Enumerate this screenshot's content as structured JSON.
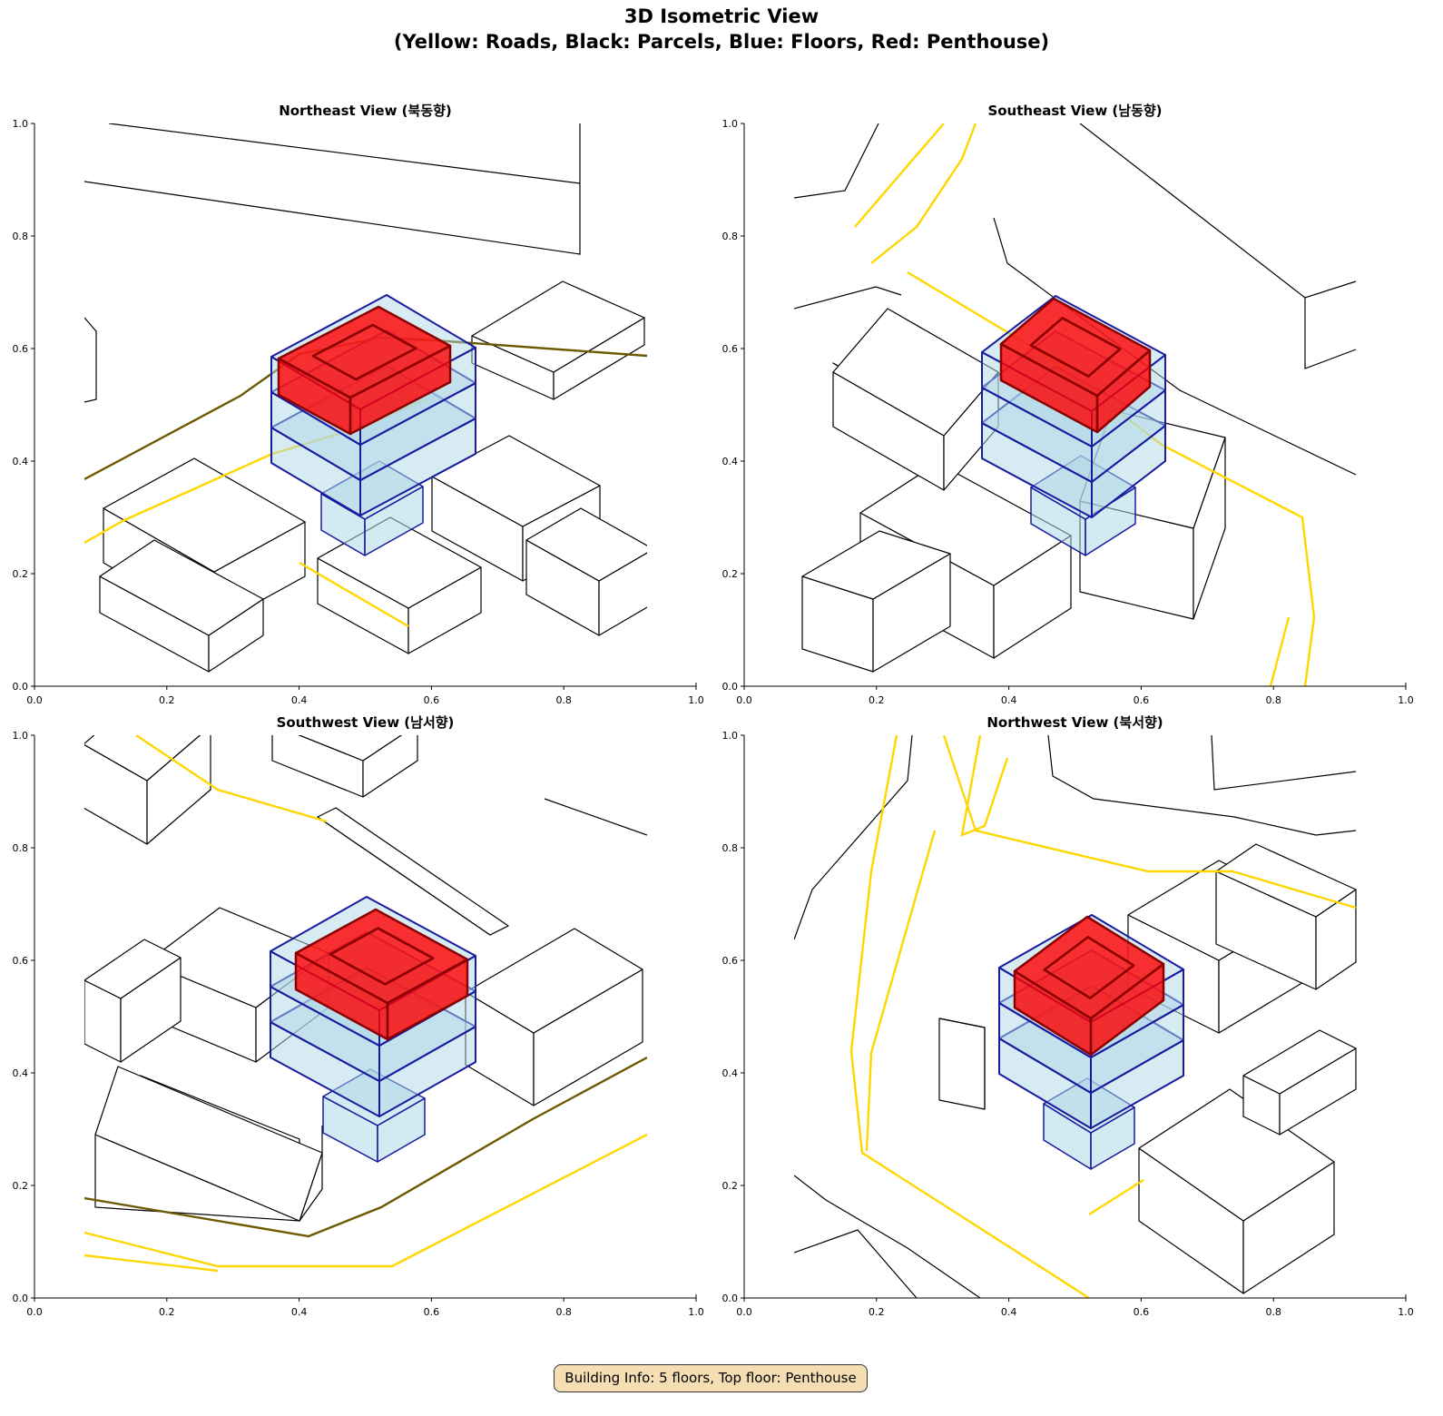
{
  "figure": {
    "title_line1": "3D Isometric View",
    "title_line2": "(Yellow: Roads, Black: Parcels, Blue: Floors, Red: Penthouse)",
    "info_box": "Building Info: 5 floors, Top floor: Penthouse"
  },
  "colors": {
    "road": "#ffd700",
    "road_dark": "#6b5a00",
    "parcel": "#000000",
    "floor_fill": "#add8e6",
    "floor_edge": "#1a1aa0",
    "penthouse_fill": "#ff0000",
    "penthouse_edge": "#8b0000",
    "info_bg": "#f5deb3"
  },
  "chart_data": {
    "type": "3d-isometric",
    "legend": {
      "Yellow": "Roads",
      "Black": "Parcels",
      "Blue": "Floors",
      "Red": "Penthouse"
    },
    "building": {
      "floors": 5,
      "top_floor": "Penthouse"
    },
    "panels": [
      {
        "title": "Northeast View (북동향)",
        "xlim": [
          0,
          1
        ],
        "ylim": [
          0,
          1
        ]
      },
      {
        "title": "Southeast View (남동향)",
        "xlim": [
          0,
          1
        ],
        "ylim": [
          0,
          1
        ]
      },
      {
        "title": "Southwest View (남서향)",
        "xlim": [
          0,
          1
        ],
        "ylim": [
          0,
          1
        ]
      },
      {
        "title": "Northwest View (북서향)",
        "xlim": [
          0,
          1
        ],
        "ylim": [
          0,
          1
        ]
      }
    ],
    "xticks": [
      "0.0",
      "0.2",
      "0.4",
      "0.6",
      "0.8",
      "1.0"
    ],
    "yticks": [
      "0.0",
      "0.2",
      "0.4",
      "0.6",
      "0.8",
      "1.0"
    ]
  }
}
